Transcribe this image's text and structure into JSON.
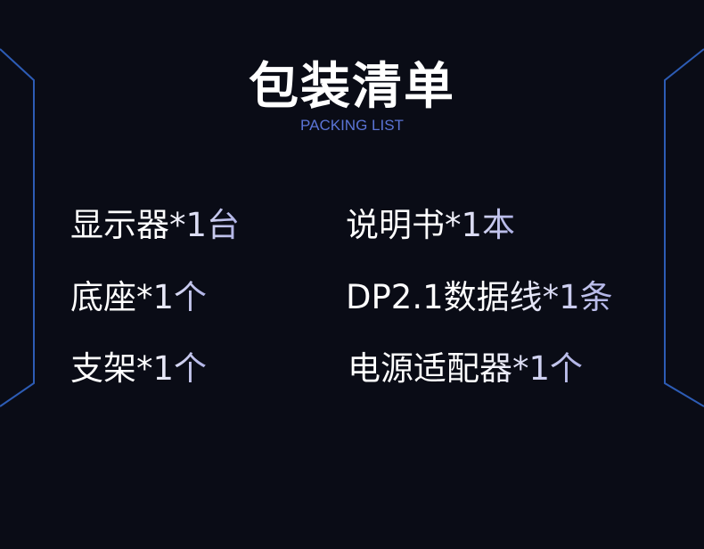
{
  "title": "包装清单",
  "subtitle": "PACKING LIST",
  "items_left": [
    "显示器*1台",
    "底座*1个",
    "支架*1个"
  ],
  "items_right": [
    "说明书*1本",
    "DP2.1数据线*1条",
    "电源适配器*1个"
  ],
  "colors": {
    "background": "#0a0c16",
    "frame": "#2d5cb5",
    "subtitle": "#5b74d6"
  }
}
